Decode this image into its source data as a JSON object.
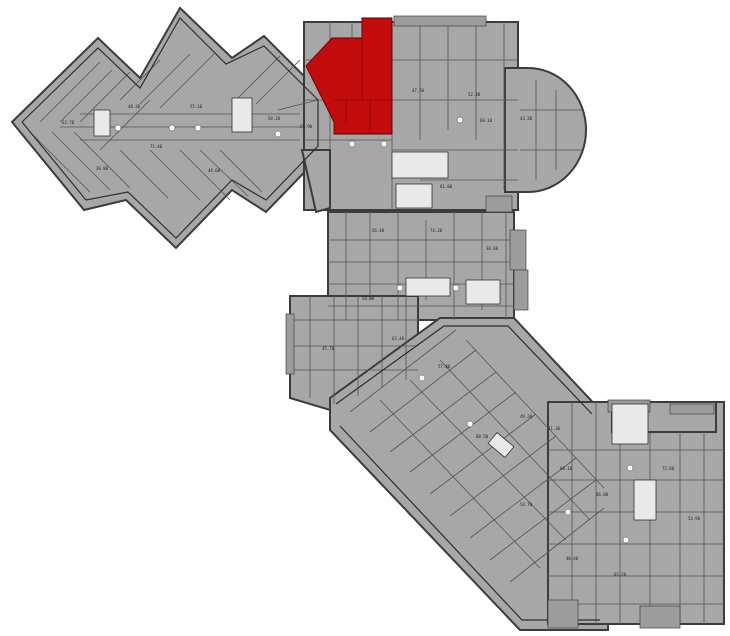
{
  "floor_plan": {
    "colors": {
      "background": "#ffffff",
      "building_fill": "#a7a7a7",
      "wall": "#3c3c3c",
      "core_fill": "#e9e9e9",
      "selected_unit": "#c30d0d"
    },
    "selected_unit": {
      "state": "highlighted"
    },
    "room_labels": [
      "62.70",
      "48.30",
      "55.10",
      "71.40",
      "39.80",
      "44.60",
      "58.20",
      "66.90",
      "47.50",
      "52.30",
      "69.10",
      "43.20",
      "61.80",
      "56.40",
      "74.20",
      "38.60",
      "50.90",
      "63.40",
      "45.70",
      "57.80",
      "49.20",
      "68.50",
      "41.30",
      "54.70",
      "60.10",
      "46.80",
      "72.60",
      "53.90",
      "65.20",
      "40.40"
    ]
  }
}
